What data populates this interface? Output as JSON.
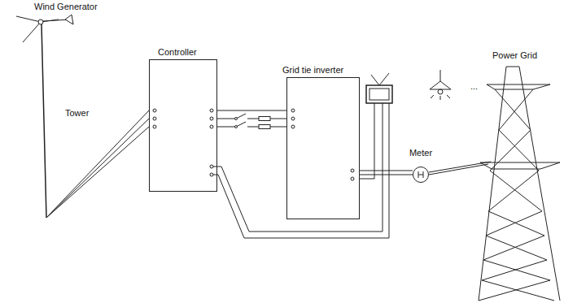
{
  "diagram": {
    "nodes": [
      {
        "text": [
          "Controller"
        ]
      },
      {
        "text": [
          "Grid tie inverter"
        ]
      },
      {
        "text": [
          "Meter"
        ]
      }
    ],
    "edges": [
      {
        "from": 0,
        "to": 1,
        "arrow": "none"
      },
      {
        "from": 1,
        "to": 2,
        "arrow": "none"
      }
    ],
    "labels": [
      "Wind Generator",
      "Tower",
      "...",
      "Power Grid"
    ]
  }
}
